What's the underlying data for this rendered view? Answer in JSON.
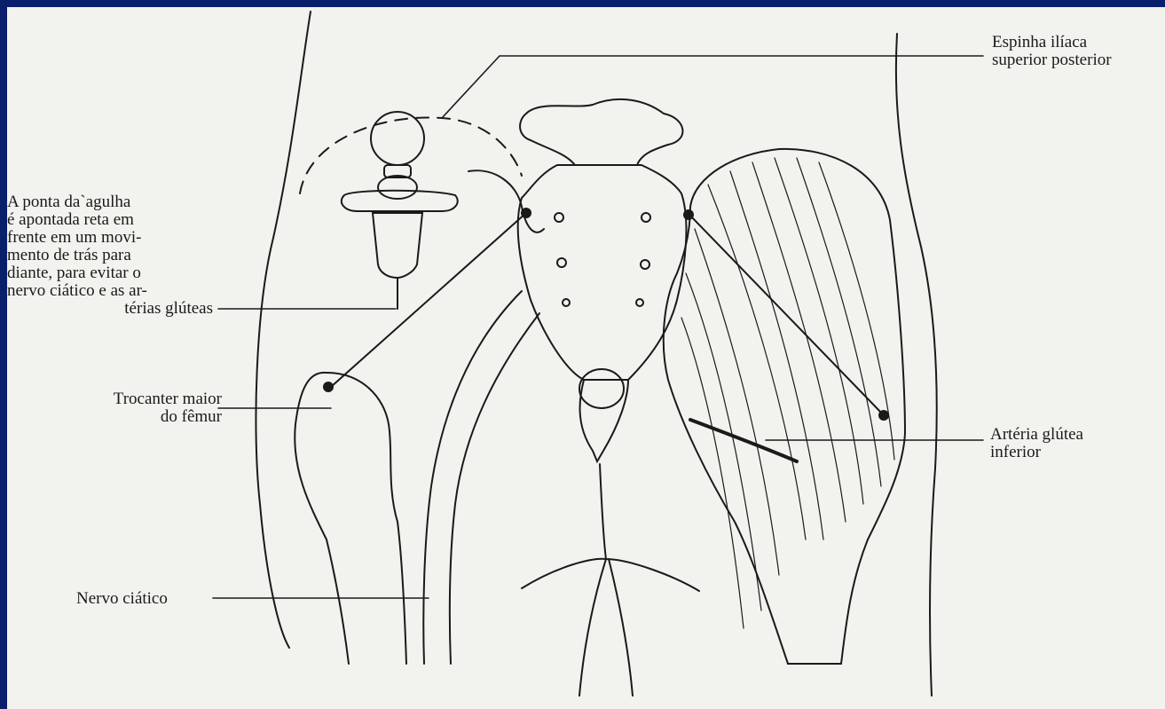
{
  "labels": {
    "needle": [
      "A ponta da`agulha",
      "é apontada reta em",
      "frente em um movi-",
      "mento de trás para",
      "diante, para evitar o",
      "nervo ciático e as ar-",
      "térias glúteas"
    ],
    "trochanter": [
      "Trocanter maior",
      "do fêmur"
    ],
    "sciatic": "Nervo ciático",
    "spine": [
      "Espinha ilíaca",
      "superior posterior"
    ],
    "artery": [
      "Artéria glútea",
      "inferior"
    ]
  },
  "colors": {
    "frame": "#0a1f6b",
    "paper": "#f2f2ee",
    "ink": "#1a1a1a"
  }
}
